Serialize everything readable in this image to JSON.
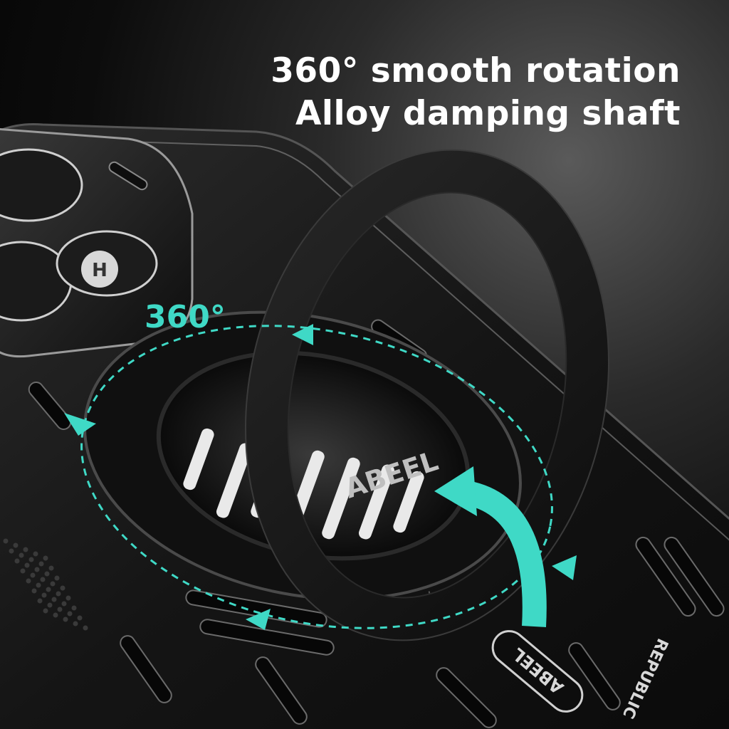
{
  "headline": {
    "line1": "360° smooth rotation",
    "line2": "Alloy damping shaft"
  },
  "rotation_label": "360°",
  "case_logo_text": "ABEEL",
  "case_side_text": "REPUBLIC",
  "camera_badge": "H",
  "colors": {
    "accent": "#3fd9c6",
    "case": "#141414",
    "background": "#000000",
    "text": "#ffffff"
  }
}
